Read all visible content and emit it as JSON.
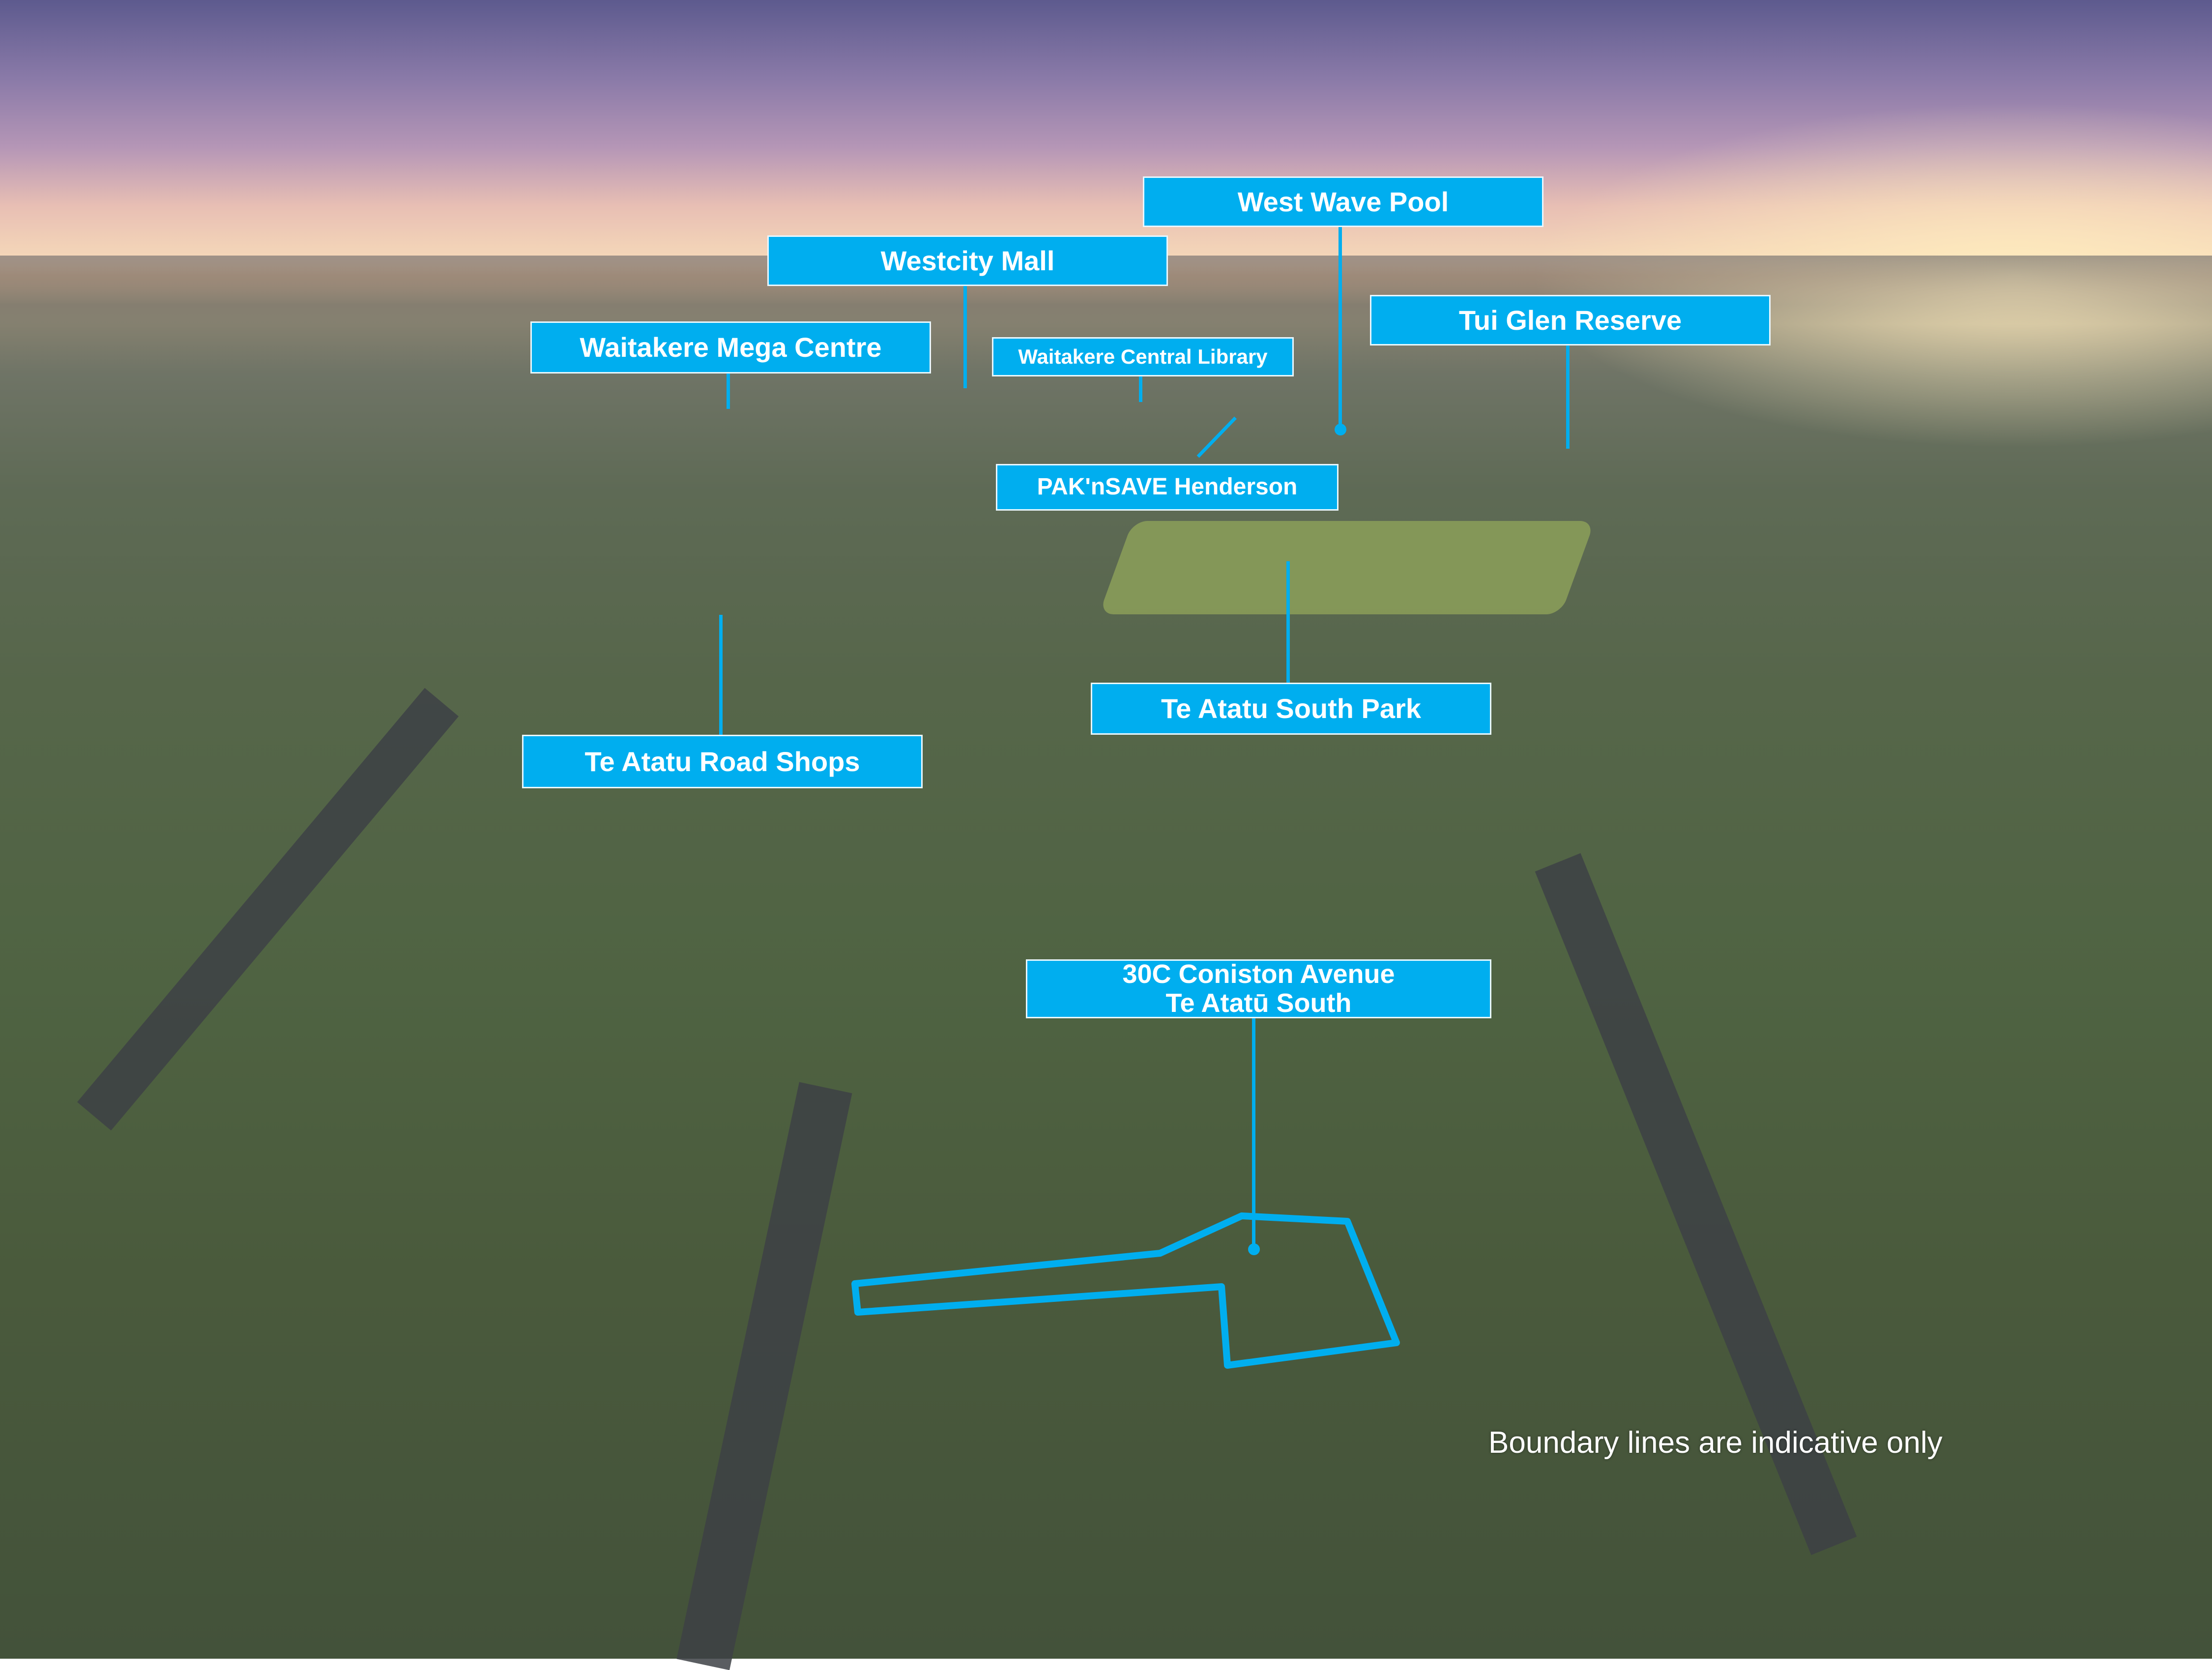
{
  "labels": {
    "west_wave_pool": "West Wave Pool",
    "westcity_mall": "Westcity Mall",
    "waitakere_mega_centre": "Waitakere Mega Centre",
    "waitakere_central_library": "Waitakere Central Library",
    "tui_glen_reserve": "Tui Glen Reserve",
    "paknsave_henderson": "PAK'nSAVE Henderson",
    "te_atatu_south_park": "Te Atatu South Park",
    "te_atatu_road_shops": "Te Atatu Road Shops",
    "property_line1": "30C Coniston Avenue",
    "property_line2": "Te Atatū South"
  },
  "note": "Boundary lines are indicative only",
  "colors": {
    "label_bg": "#00aeef",
    "label_text": "#ffffff"
  }
}
